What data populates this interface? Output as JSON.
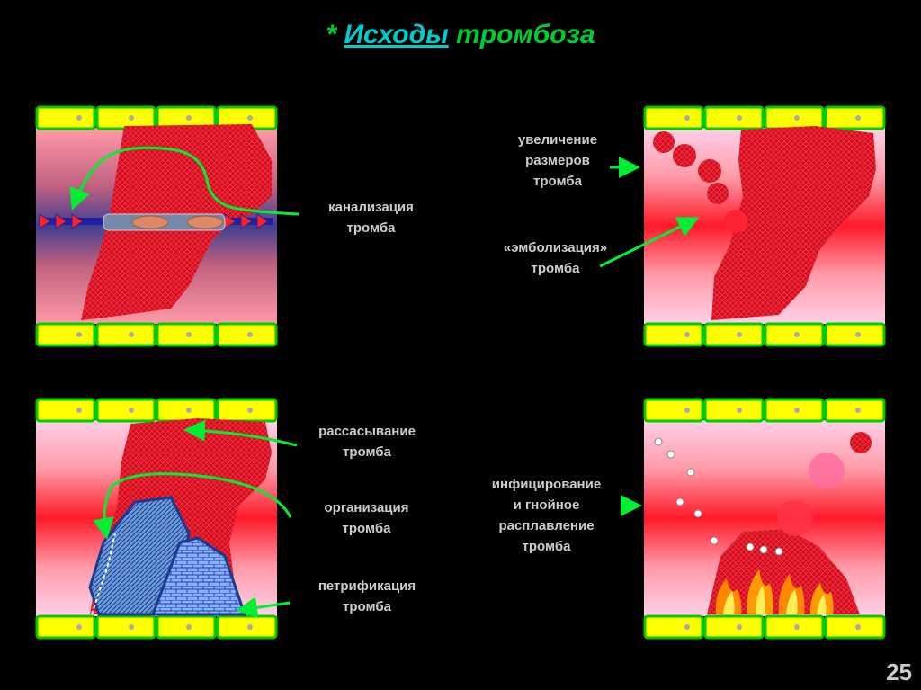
{
  "title": {
    "marker": "* ",
    "underlined": "Исходы",
    "rest": " тромбоза"
  },
  "labels": {
    "canalization": "канализация\nтромба",
    "enlargement": "увеличение\nразмеров\nтромба",
    "embolization": "«эмболизация»\nтромба",
    "resorption": "рассасывание\nтромба",
    "organization": "организация\nтромба",
    "petrification": "петрификация\nтромба",
    "infection": "инфицирование\nи гнойное\nрасплавление\nтромба"
  },
  "page_number": "25",
  "colors": {
    "background": "#000000",
    "title": "#00cc33",
    "title_underlined": "#00cccc",
    "label": "#cccccc",
    "arrow": "#00ee33",
    "cell": "#ffff00",
    "cell_border": "#00cc00",
    "thrombus": "#cc1122",
    "vessel_wall": "#ff2233"
  }
}
